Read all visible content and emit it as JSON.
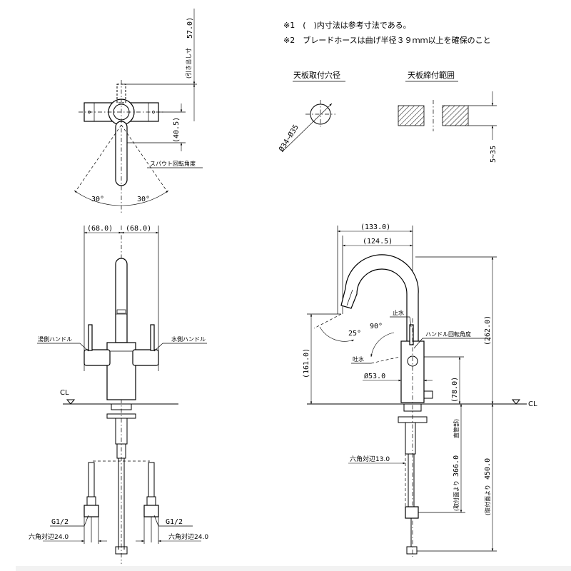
{
  "notes": {
    "note1": "※1　(　)内寸法は参考寸法である。",
    "note2": "※2　ブレードホースは曲げ半径３９ｍｍ以上を確保のこと"
  },
  "panel_hole": {
    "title": "天板取付穴径",
    "diameter": "Ø34~Ø35"
  },
  "panel_clamp": {
    "title": "天板締付範囲",
    "thickness": "5~35"
  },
  "top_view": {
    "pullout_label": "(引き出し寸",
    "pullout_value": "57.0)",
    "dim_40_5": "(40.5)",
    "spout_rotation": "スパウト回転角度",
    "angle_left": "30°",
    "angle_right": "30°"
  },
  "front_view": {
    "dim_left": "(68.0)",
    "dim_right": "(68.0)",
    "hot_handle": "湯側ハンドル",
    "cold_handle": "水側ハンドル",
    "cl": "CL",
    "thread_left": "G1/2",
    "thread_right": "G1/2",
    "hex_left": "六角対辺24.0",
    "hex_right": "六角対辺24.0"
  },
  "side_view": {
    "dim_133": "(133.0)",
    "dim_124_5": "(124.5)",
    "angle_25": "25°",
    "angle_90": "90°",
    "stop_water": "止水",
    "handle_rotation": "ハンドル回転角度",
    "water_discharge": "吐水",
    "dim_53": "Ø53.0",
    "dim_161": "(161.0)",
    "dim_262": "(262.0)",
    "dim_78": "(78.0)",
    "cl": "CL",
    "hex_13": "六角対辺13.0",
    "dim_366": "366.0",
    "dim_366_note": "(取付面より",
    "dim_366_tail": "直管部)",
    "dim_450": "450.0",
    "dim_450_note": "(取付面より"
  }
}
